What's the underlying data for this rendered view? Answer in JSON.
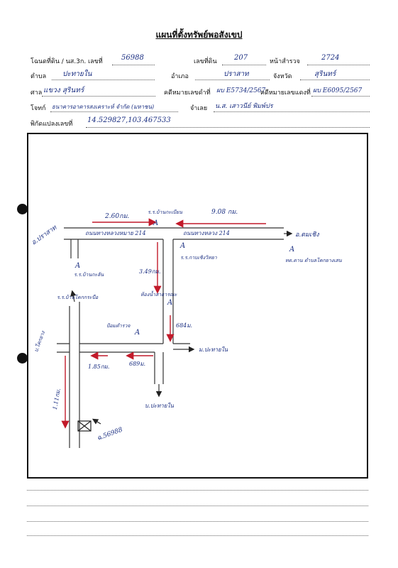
{
  "title": "แผนที่ตั้งทรัพย์พอสังเขป",
  "form": {
    "row1": {
      "deed_label": "โฉนดที่ดิน / นส.3ก. เลขที่",
      "deed_value": "56988",
      "land_no_label": "เลขที่ดิน",
      "land_no_value": "207",
      "survey_page_label": "หน้าสำรวจ",
      "survey_page_value": "2724"
    },
    "row2": {
      "subdistrict_label": "ตำบล",
      "subdistrict_value": "ปะทายใน",
      "district_label": "อำเภอ",
      "district_value": "ปราสาท",
      "province_label": "จังหวัด",
      "province_value": "สุรินทร์"
    },
    "row3": {
      "court_label": "ศาล",
      "court_value": "แขวง สุรินทร์",
      "case_black_label": "คดีหมายเลขดำที่",
      "case_black_value": "ผบ E5734/2567",
      "case_red_label": "คดีหมายเลขแดงที่",
      "case_red_value": "ผบ E6095/2567"
    },
    "row4": {
      "plaintiff_label": "โจทก์",
      "plaintiff_value": "ธนาคารอาคารสงเคราะห์ จำกัด (มหาชน)",
      "defendant_label": "จำเลย",
      "defendant_value": "น.ส. เสาวนีย์ พิมพ์ปร"
    },
    "row5": {
      "coord_label": "พิกัดแปลงเลขที่",
      "coord_value": "14.529827,103.467533"
    }
  },
  "map": {
    "top_road_label": "ถนนทางหลวงหมาย 214",
    "top_road_label_2": "ถนนทางหลวง 214",
    "dist_top_left": "2.60กม.",
    "dist_top_right": "9.08 กม.",
    "dist_vertical_1": "3.49กม.",
    "dist_vertical_2": "684ม.",
    "dist_bottom_1": "1.85กม.",
    "dist_bottom_2": "689ม.",
    "dist_left": "1.11กม.",
    "left_town": "อ.ปราสาท",
    "right_town": "อ.ตมเชิง",
    "right_village": "ม.ปะทายใน",
    "bottom_village": "บ.ปะทายใน",
    "school_top": "ร.ร.บ้านกะเบียน",
    "school_left": "ร.ร.บ้านกะลัน",
    "school_mid": "ร.ร.กาบเชิงวิทยา",
    "school_far_left": "ร.ร.บ้านโคกกระบือ",
    "school_right": "ทต.ตาน\nตำบลโคกยางเสน",
    "landmark_mid": "ป้อมตำรวจ",
    "landmark_market": "ห้องน้ำสาธารณะ",
    "left_vertical_label": "บ.โคกยาง",
    "property_label": "ฉ.56988",
    "marker": "A"
  }
}
